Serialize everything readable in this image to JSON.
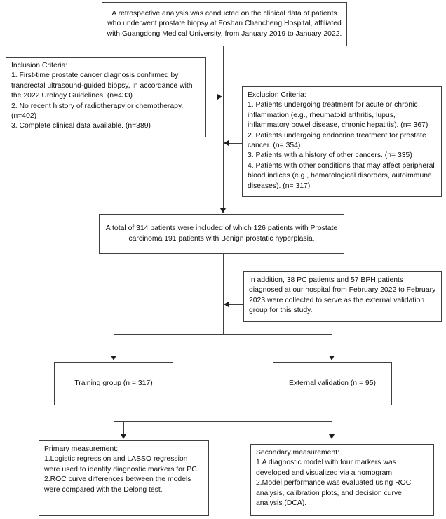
{
  "figure": {
    "type": "flowchart",
    "title": "Study participant selection flow diagram"
  },
  "nodes": {
    "source": {
      "id": "source-cohort",
      "text": "A retrospective analysis was conducted on the clinical data of patients who underwent prostate biopsy at Foshan Chancheng Hospital, affiliated with Guangdong Medical University, from January 2019 to January 2022."
    },
    "inclusion": {
      "id": "inclusion-criteria",
      "text": "Inclusion Criteria:\n1. First-time prostate cancer diagnosis confirmed by transrectal ultrasound-guided biopsy, in accordance with the 2022 Urology Guidelines. (n=433)\n2. No recent history of radiotherapy or chemotherapy. (n=402)\n3. Complete clinical data available. (n=389)"
    },
    "exclusion": {
      "id": "exclusion-criteria",
      "text": "Exclusion Criteria:\n1. Patients undergoing treatment for acute or chronic inflammation (e.g., rheumatoid arthritis, lupus, inflammatory bowel disease, chronic hepatitis). (n= 367)\n2. Patients undergoing endocrine treatment for prostate cancer. (n= 354)\n3. Patients with a history of other cancers. (n= 335)\n4. Patients with other conditions that may affect peripheral blood indices (e.g., hematological disorders, autoimmune diseases). (n= 317)"
    },
    "total": {
      "id": "total-included",
      "text": "A total of 314 patients were included of which 126 patients with Prostate carcinoma 191 patients with Benign prostatic hyperplasia."
    },
    "addition": {
      "id": "external-cohort-note",
      "text": "In addition, 38 PC patients and 57 BPH patients diagnosed at our hospital from February 2022 to February 2023 were collected to serve as the external validation group for this study."
    },
    "training": {
      "id": "training-group",
      "text": "Training group (n = 317)"
    },
    "validation": {
      "id": "external-validation-group",
      "text": "External validation (n = 95)"
    },
    "primary": {
      "id": "primary-measurement",
      "text": "Primary measurement:\n1.Logistic regression and LASSO regression were used to identify diagnostic markers for PC.\n2.ROC curve differences between the models were compared with the Delong test."
    },
    "secondary": {
      "id": "secondary-measurement",
      "text": "Secondary measurement:\n1.A diagnostic model with four markers was developed and visualized via a nomogram.\n2.Model performance was evaluated using ROC analysis, calibration plots, and decision curve analysis (DCA)."
    }
  },
  "counts": {
    "inclusion_step1": 433,
    "inclusion_step2": 402,
    "inclusion_step3": 389,
    "exclusion_step1": 367,
    "exclusion_step2": 354,
    "exclusion_step3": 335,
    "exclusion_step4": 317,
    "total_included": 314,
    "prostate_carcinoma": 126,
    "benign_prostatic_hyperplasia": 191,
    "external_pc": 38,
    "external_bph": 57,
    "training_n": 317,
    "validation_n": 95
  },
  "colors": {
    "border": "#3f3f3f",
    "arrow": "#1d1d1d",
    "text": "#101010",
    "background": "#ffffff"
  }
}
